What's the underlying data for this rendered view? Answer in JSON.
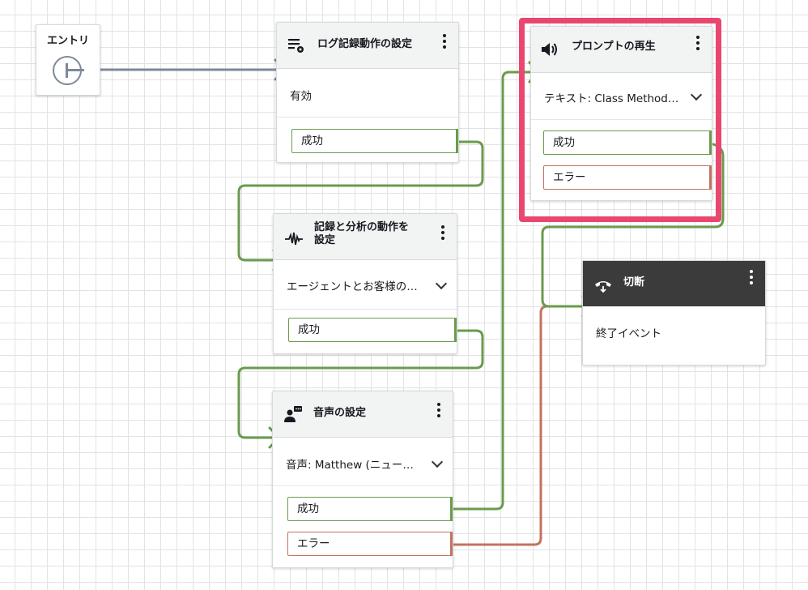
{
  "entry": {
    "title": "エントリ"
  },
  "nodes": {
    "logging": {
      "title": "ログ記録動作の設定",
      "icon": "log-settings-icon",
      "value": "有効",
      "success": "成功"
    },
    "recording": {
      "title_line1": "記録と分析の動作を",
      "title_line2": "設定",
      "icon": "waveform-icon",
      "value": "エージェントとお客様の音...",
      "success": "成功"
    },
    "voice": {
      "title": "音声の設定",
      "icon": "voice-user-icon",
      "value": "音声: Matthew (ニューラ...",
      "success": "成功",
      "error": "エラー"
    },
    "prompt": {
      "title": "プロンプトの再生",
      "icon": "speaker-icon",
      "value": "テキスト: Class Method I...",
      "success": "成功",
      "error": "エラー"
    },
    "disconnect": {
      "title": "切断",
      "icon": "hangup-phone-icon",
      "value": "終了イベント"
    }
  },
  "colors": {
    "success": "#6a9b4d",
    "error": "#c1735e",
    "entry_line": "#7d8998",
    "highlight": "#ea4770",
    "dark_header": "#3b3b3b"
  }
}
